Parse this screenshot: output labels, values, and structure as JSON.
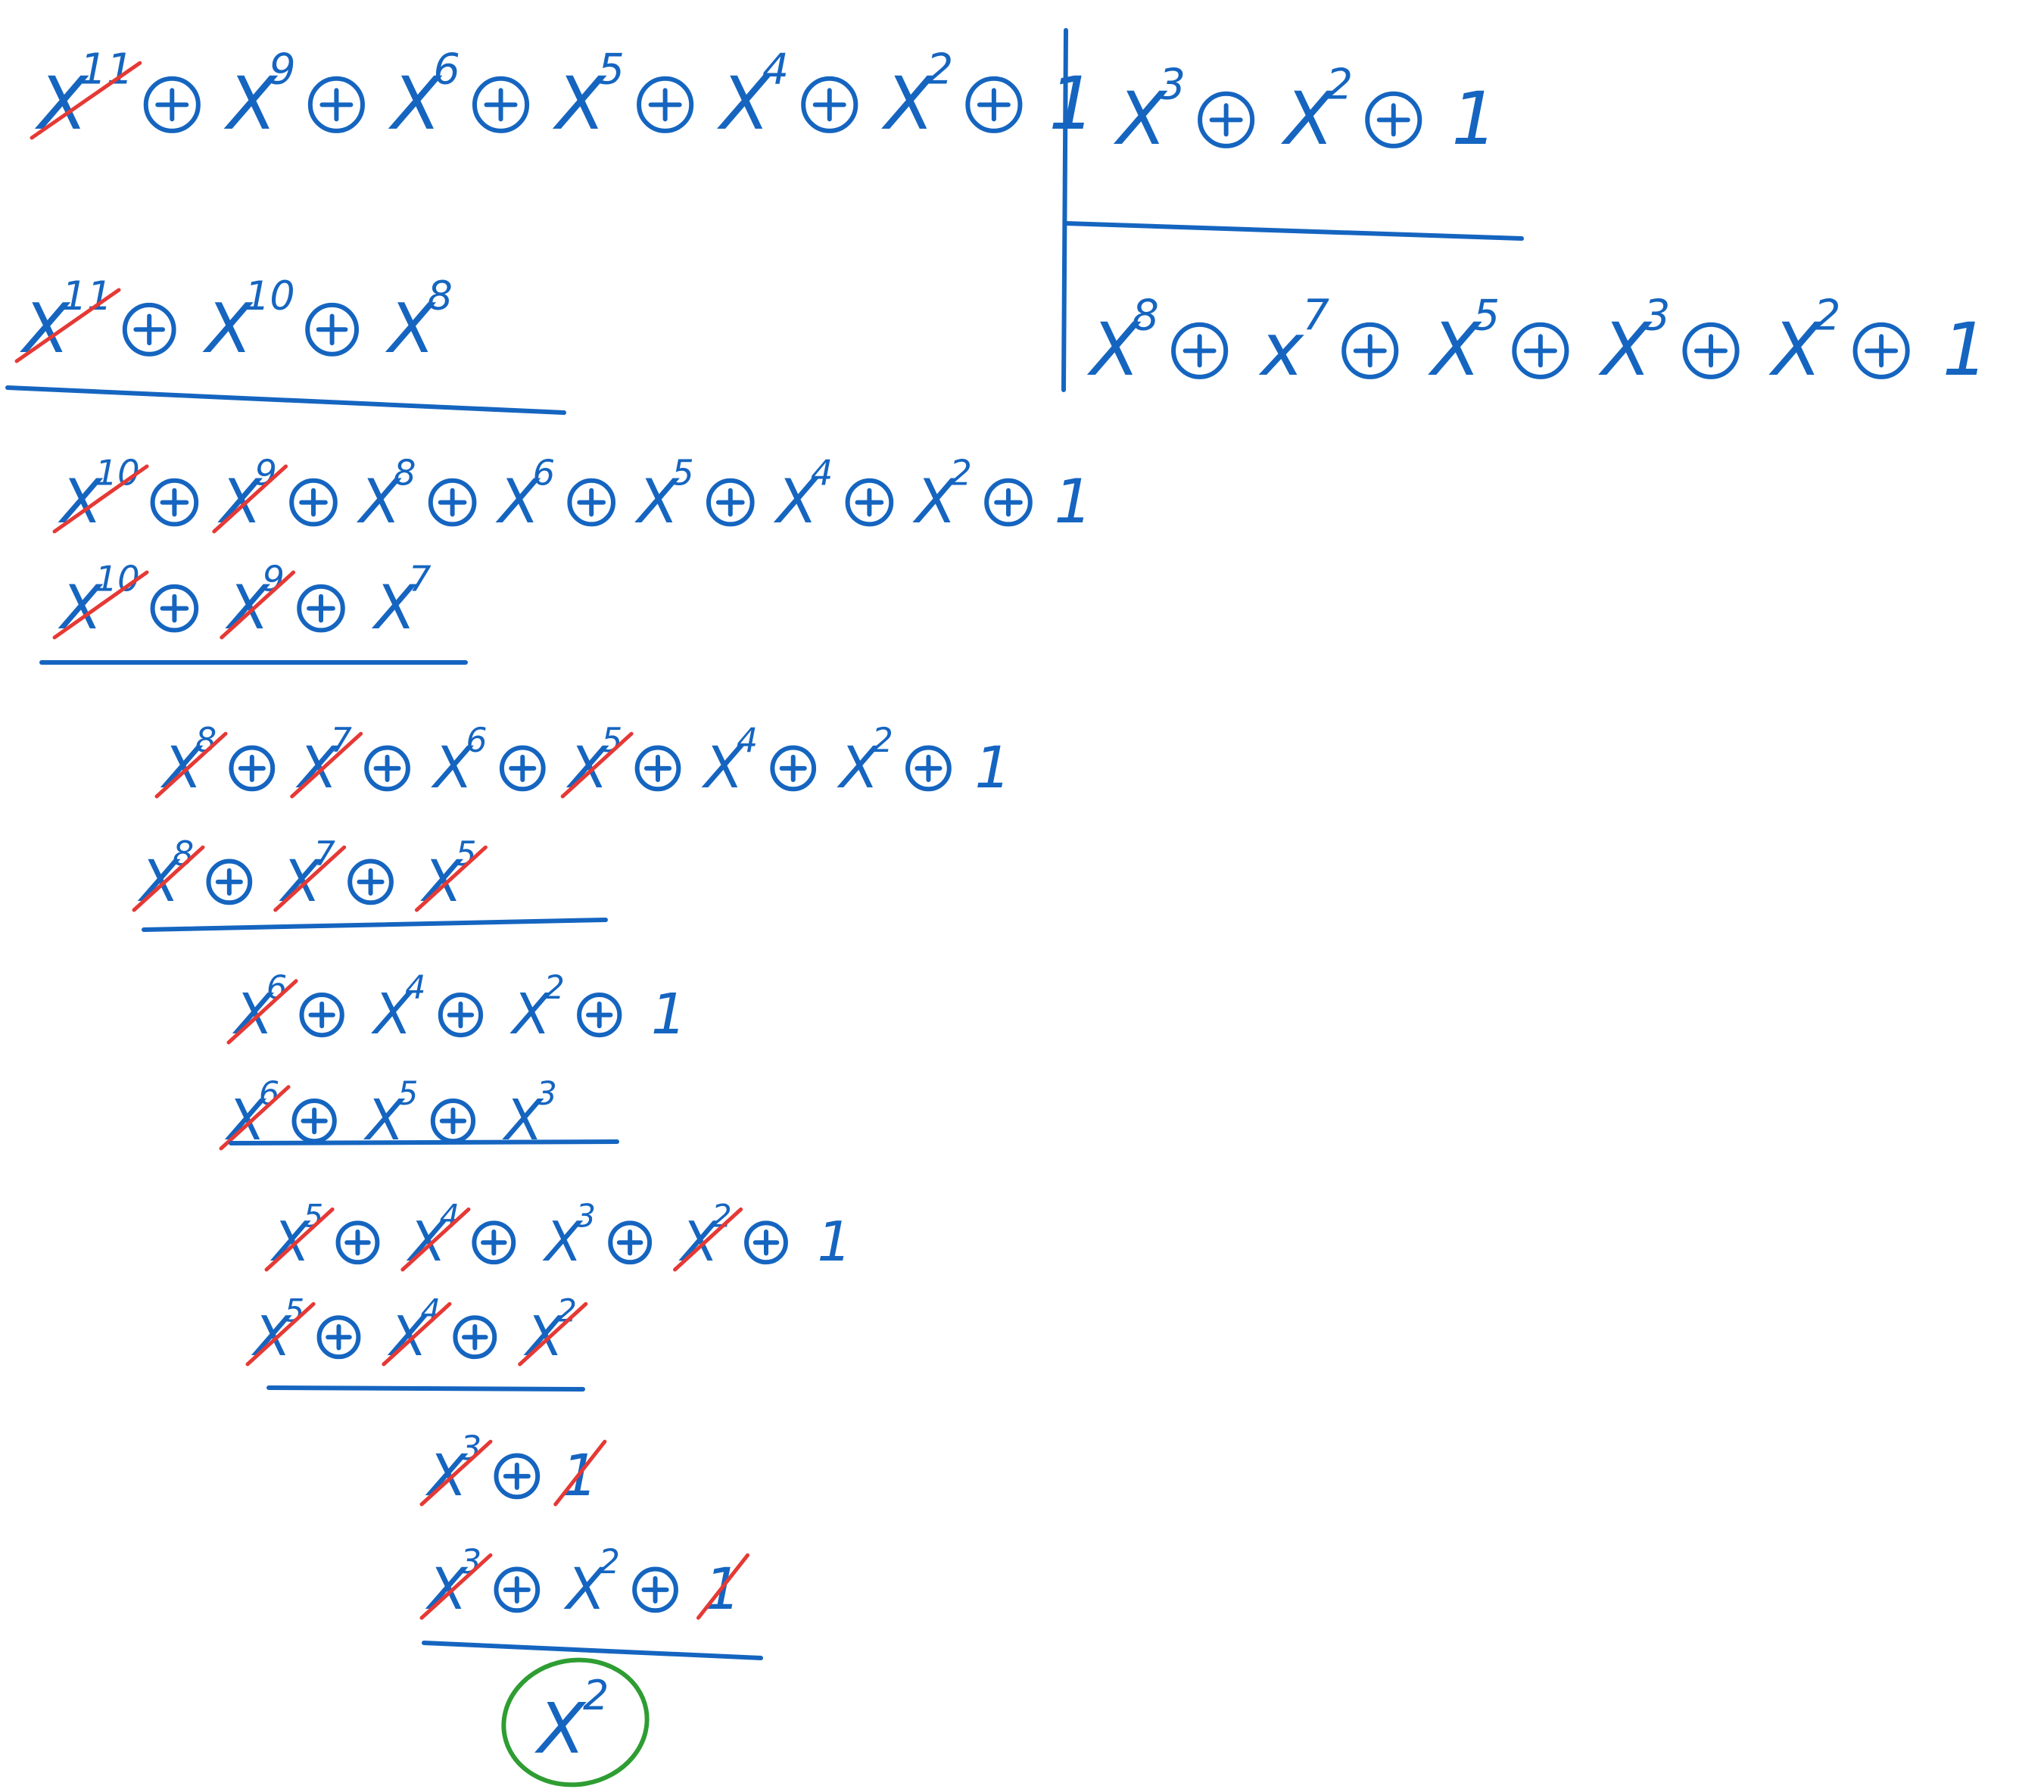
{
  "dividend": [
    {
      "coef": "X",
      "exp": "11",
      "struck": true
    },
    {
      "coef": "X",
      "exp": "9"
    },
    {
      "coef": "X",
      "exp": "6"
    },
    {
      "coef": "X",
      "exp": "5"
    },
    {
      "coef": "X",
      "exp": "4"
    },
    {
      "coef": "X",
      "exp": "2"
    },
    {
      "coef": "1",
      "exp": ""
    }
  ],
  "divisor": [
    {
      "coef": "X",
      "exp": "3"
    },
    {
      "coef": "X",
      "exp": "2"
    },
    {
      "coef": "1",
      "exp": ""
    }
  ],
  "quotient": [
    {
      "coef": "X",
      "exp": "8"
    },
    {
      "coef": "x",
      "exp": "7"
    },
    {
      "coef": "X",
      "exp": "5"
    },
    {
      "coef": "X",
      "exp": "3"
    },
    {
      "coef": "X",
      "exp": "2"
    },
    {
      "coef": "1",
      "exp": ""
    }
  ],
  "steps": [
    {
      "terms": [
        [
          "X",
          "11",
          true
        ],
        [
          "X",
          "10",
          false
        ],
        [
          "X",
          "8",
          false
        ]
      ]
    },
    {
      "terms": [
        [
          "X",
          "10",
          true
        ],
        [
          "X",
          "9",
          true
        ],
        [
          "X",
          "8",
          false
        ],
        [
          "X",
          "6",
          false
        ],
        [
          "X",
          "5",
          false
        ],
        [
          "X",
          "4",
          false
        ],
        [
          "X",
          "2",
          false
        ],
        [
          "1",
          "",
          false
        ]
      ]
    },
    {
      "terms": [
        [
          "X",
          "10",
          true
        ],
        [
          "X",
          "9",
          true
        ],
        [
          "X",
          "7",
          false
        ]
      ]
    },
    {
      "terms": [
        [
          "X",
          "8",
          true
        ],
        [
          "X",
          "7",
          true
        ],
        [
          "X",
          "6",
          false
        ],
        [
          "X",
          "5",
          true
        ],
        [
          "X",
          "4",
          false
        ],
        [
          "X",
          "2",
          false
        ],
        [
          "1",
          "",
          false
        ]
      ]
    },
    {
      "terms": [
        [
          "X",
          "8",
          true
        ],
        [
          "X",
          "7",
          true
        ],
        [
          "X",
          "5",
          true
        ]
      ]
    },
    {
      "terms": [
        [
          "X",
          "6",
          true
        ],
        [
          "X",
          "4",
          false
        ],
        [
          "X",
          "2",
          false
        ],
        [
          "1",
          "",
          false
        ]
      ]
    },
    {
      "terms": [
        [
          "X",
          "6",
          true
        ],
        [
          "X",
          "5",
          false
        ],
        [
          "X",
          "3",
          false
        ]
      ]
    },
    {
      "terms": [
        [
          "X",
          "5",
          true
        ],
        [
          "X",
          "4",
          true
        ],
        [
          "X",
          "3",
          false
        ],
        [
          "X",
          "2",
          true
        ],
        [
          "1",
          "",
          false
        ]
      ]
    },
    {
      "terms": [
        [
          "X",
          "5",
          true
        ],
        [
          "X",
          "4",
          true
        ],
        [
          "X",
          "2",
          true
        ]
      ]
    },
    {
      "terms": [
        [
          "X",
          "3",
          true
        ],
        [
          "1",
          "",
          true
        ]
      ]
    },
    {
      "terms": [
        [
          "X",
          "3",
          true
        ],
        [
          "X",
          "2",
          false
        ],
        [
          "1",
          "",
          true
        ]
      ]
    }
  ],
  "remainder": {
    "coef": "X",
    "exp": "2"
  },
  "colors": {
    "ink": "#1565c0",
    "strike": "#e53935",
    "result": "#2e9d32"
  }
}
